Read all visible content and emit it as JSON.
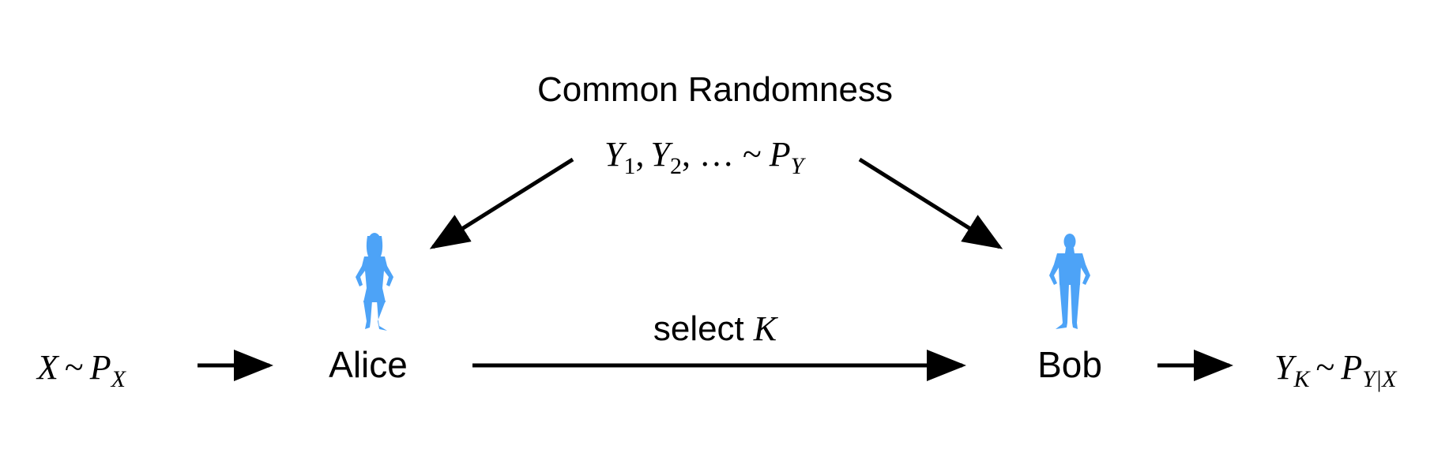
{
  "title": "Common Randomness",
  "common_randomness_expr": {
    "y": "Y",
    "sub1": "1",
    "sep1": ",",
    "sub2": "2",
    "tail": ", … ~",
    "p": "P",
    "p_sub": "Y"
  },
  "input_expr": {
    "x": "X",
    "tilde": "~",
    "p": "P",
    "p_sub": "X"
  },
  "parties": {
    "alice": {
      "name": "Alice",
      "icon": "person-female-icon",
      "color": "#4da3f7"
    },
    "bob": {
      "name": "Bob",
      "icon": "person-male-icon",
      "color": "#4da3f7"
    }
  },
  "message": {
    "text": "select",
    "var": "K"
  },
  "output_expr": {
    "y": "Y",
    "y_sub": "K",
    "tilde": "~",
    "p": "P",
    "p_sub": "Y|X"
  }
}
